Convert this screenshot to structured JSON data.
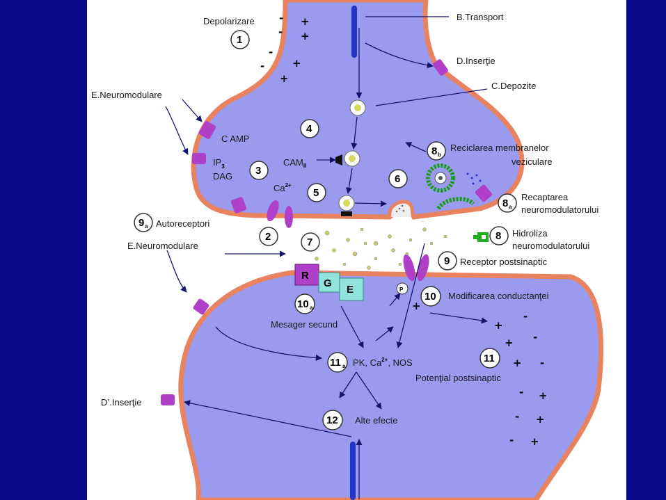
{
  "colors": {
    "side_panel": "#0a0a8a",
    "cytoplasm": "#9a9aee",
    "membrane": "#e8825f",
    "receptor": "#b040c8",
    "enzyme_box": "#8fe3da",
    "vesicle_core": "#d8d860",
    "cleft_dots": "#c8c870"
  },
  "labels": {
    "depolarizare": "Depolarizare",
    "b_transport": "B.Transport",
    "d_insertie": "D.Inserţie",
    "c_depozite": "C.Depozite",
    "e_neuromodulare_top": "E.Neuromodulare",
    "c_amp": "C AMP",
    "ip3": "IP",
    "ip3_sub": "3",
    "dag": "DAG",
    "camii": "CAM",
    "camii_sub": "II",
    "ca2": "Ca",
    "ca2_sup": "2+",
    "reciclarea_1": "Reciclarea membranelor",
    "reciclarea_2": "veziculare",
    "recaptarea_1": "Recaptarea",
    "recaptarea_2": "neuromodulatorului",
    "autoreceptori": "Autoreceptori",
    "hidroliza_1": "Hidroliza",
    "hidroliza_2": "neuromodulatorului",
    "e_neuromodulare_mid": "E.Neuromodulare",
    "receptor_postsinaptic": "Receptor postsinaptic",
    "modificarea": "Modificarea conductanţei",
    "mesager_secund": "Mesager secund",
    "pk": "PK, Ca",
    "pk_sup": "2+",
    "pk_end": ", NOS",
    "potential": "Potenţial postsinaptic",
    "d_prime_insertie": "D’.Inserţie",
    "alte_efecte": "Alte efecte",
    "box_r": "R",
    "box_g": "G",
    "box_e": "E",
    "p_marker": "P"
  },
  "numbers": {
    "n1": "1",
    "n2": "2",
    "n3": "3",
    "n4": "4",
    "n5": "5",
    "n6": "6",
    "n7": "7",
    "n8": "8",
    "n8a": "8",
    "n8a_sub": "a",
    "n8b": "8",
    "n8b_sub": "b",
    "n9": "9",
    "n9a": "9",
    "n9a_sub": "a",
    "n10": "10",
    "n10a": "10",
    "n10a_sub": "a",
    "n11": "11",
    "n11a": "11",
    "n11a_sub": "a",
    "n12": "12"
  },
  "signs": {
    "plus": "+",
    "minus": "-"
  }
}
